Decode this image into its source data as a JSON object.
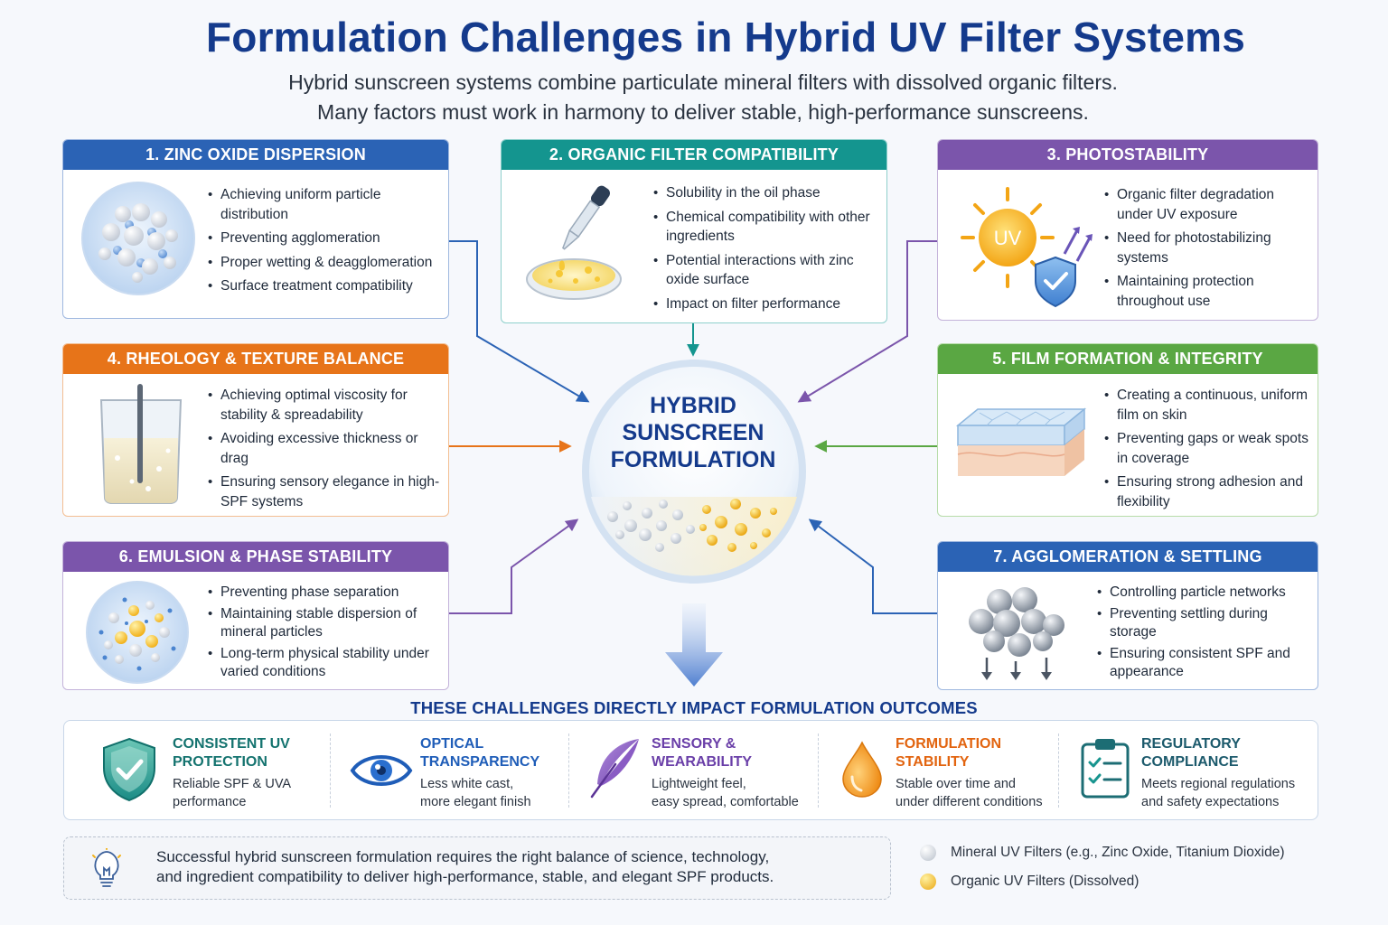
{
  "header": {
    "title": "Formulation Challenges in Hybrid UV Filter Systems",
    "subtitle_lines": [
      "Hybrid sunscreen systems combine particulate mineral filters with dissolved organic filters.",
      "Many factors must work in harmony to deliver stable, high-performance sunscreens."
    ]
  },
  "colors": {
    "blue": "#2b63b5",
    "teal": "#14958f",
    "purple": "#7b55ab",
    "orange": "#e77419",
    "green": "#5aa743",
    "navy": "#143a8c"
  },
  "cards": [
    {
      "title": "1. ZINC OXIDE DISPERSION",
      "bullets": [
        "Achieving uniform particle distribution",
        "Preventing agglomeration",
        "Proper wetting & deagglomeration",
        "Surface treatment compatibility"
      ]
    },
    {
      "title": "2. ORGANIC FILTER COMPATIBILITY",
      "bullets": [
        "Solubility in the oil phase",
        "Chemical compatibility with other ingredients",
        "Potential interactions with zinc oxide surface",
        "Impact on filter performance"
      ]
    },
    {
      "title": "3. PHOTOSTABILITY",
      "bullets": [
        "Organic filter degradation under UV exposure",
        "Need for photostabilizing systems",
        "Maintaining protection throughout use"
      ],
      "uv_label": "UV"
    },
    {
      "title": "4. RHEOLOGY & TEXTURE BALANCE",
      "bullets": [
        "Achieving optimal viscosity for stability & spreadability",
        "Avoiding excessive thickness or drag",
        "Ensuring sensory elegance in high-SPF systems"
      ]
    },
    {
      "title": "5. FILM FORMATION & INTEGRITY",
      "bullets": [
        "Creating a continuous, uniform film on skin",
        "Preventing gaps or weak spots in coverage",
        "Ensuring strong adhesion and flexibility"
      ]
    },
    {
      "title": "6. EMULSION & PHASE STABILITY",
      "bullets": [
        "Preventing phase separation",
        "Maintaining stable dispersion of mineral particles",
        "Long-term physical stability under varied conditions"
      ]
    },
    {
      "title": "7. AGGLOMERATION & SETTLING",
      "bullets": [
        "Controlling particle networks",
        "Preventing settling during storage",
        "Ensuring consistent SPF and appearance"
      ]
    }
  ],
  "center": {
    "lines": [
      "HYBRID",
      "SUNSCREEN",
      "FORMULATION"
    ]
  },
  "impact": {
    "title": "THESE CHALLENGES DIRECTLY IMPACT FORMULATION OUTCOMES",
    "items": [
      {
        "title_lines": [
          "CONSISTENT UV",
          "PROTECTION"
        ],
        "desc_lines": [
          "Reliable SPF & UVA",
          "performance"
        ],
        "icon": "shield-check-icon"
      },
      {
        "title_lines": [
          "OPTICAL",
          "TRANSPARENCY"
        ],
        "desc_lines": [
          "Less white cast,",
          "more elegant finish"
        ],
        "icon": "eye-icon"
      },
      {
        "title_lines": [
          "SENSORY &",
          "WEARABILITY"
        ],
        "desc_lines": [
          "Lightweight feel,",
          "easy spread, comfortable"
        ],
        "icon": "feather-icon"
      },
      {
        "title_lines": [
          "FORMULATION",
          "STABILITY"
        ],
        "desc_lines": [
          "Stable over time and",
          "under different conditions"
        ],
        "icon": "droplet-icon"
      },
      {
        "title_lines": [
          "REGULATORY",
          "COMPLIANCE"
        ],
        "desc_lines": [
          "Meets regional regulations",
          "and safety expectations"
        ],
        "icon": "clipboard-icon"
      }
    ]
  },
  "footer": {
    "lines": [
      "Successful hybrid sunscreen formulation requires the right balance of science, technology,",
      "and ingredient compatibility to deliver high-performance, stable, and elegant SPF products."
    ]
  },
  "legend": {
    "mineral": "Mineral UV Filters (e.g., Zinc Oxide, Titanium Dioxide)",
    "organic": "Organic UV Filters (Dissolved)"
  }
}
